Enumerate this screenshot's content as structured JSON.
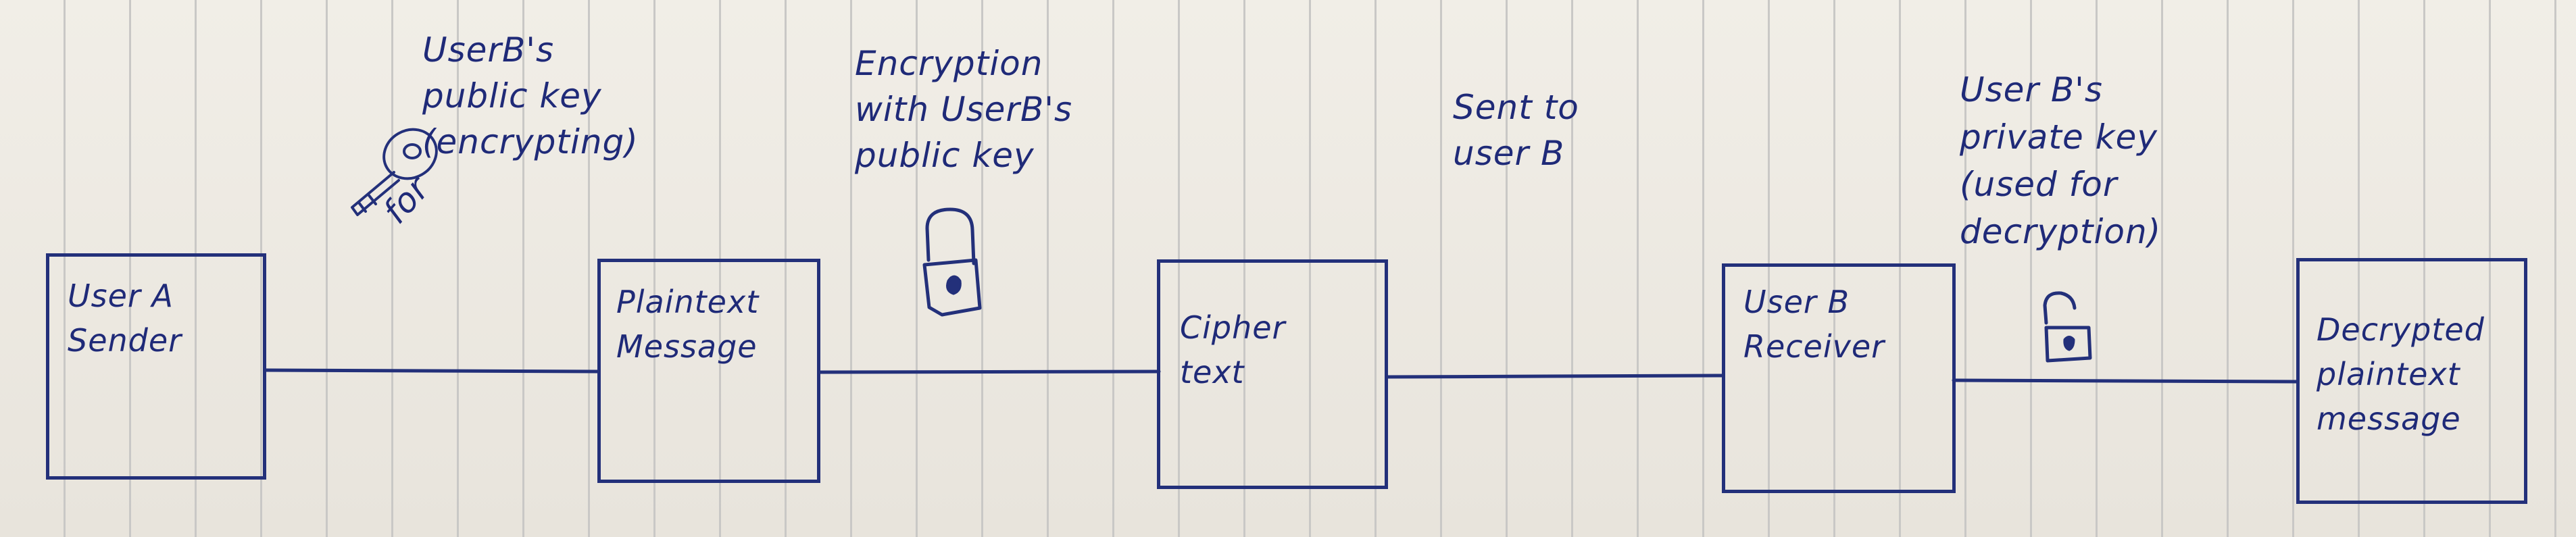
{
  "nodes": {
    "sender": "User A\nSender",
    "plaintext": "Plaintext\nMessage",
    "ciphertext": "Cipher\ntext",
    "receiver": "User B\nReceiver",
    "decrypted": "Decrypted\nplaintext\nmessage"
  },
  "annotations": {
    "public_key": "UserB's\npublic key\n(encrypting)",
    "public_key_for": "for",
    "encryption": "Encryption\nwith UserB's\npublic key",
    "sent": "Sent to\nuser B",
    "private_key": "User B's\nprivate key\n(used for\ndecryption)"
  },
  "icons": {
    "key": "key-icon",
    "locked": "lock-closed-icon",
    "unlocked": "lock-open-icon"
  },
  "colors": {
    "ink": "#23307a",
    "paper": "#eeeae2",
    "rule_line": "#c9c8c6"
  }
}
